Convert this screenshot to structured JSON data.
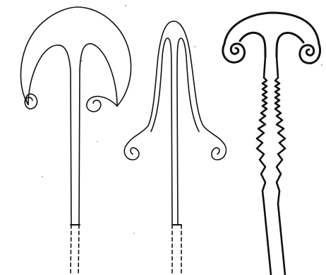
{
  "figure": {
    "background": "#ffffff",
    "ink": "#111111",
    "shapes": [
      {
        "name": "mushroom-shape-left",
        "style": "thin outline, rounded cap, spiral tips, dashed lower stem"
      },
      {
        "name": "mushroom-shape-middle",
        "style": "thin outline, narrow cap, long curling arms, dashed lower stem"
      },
      {
        "name": "mushroom-shape-right",
        "style": "heavy outline, spiral tips, wavy serrated stem"
      }
    ]
  }
}
